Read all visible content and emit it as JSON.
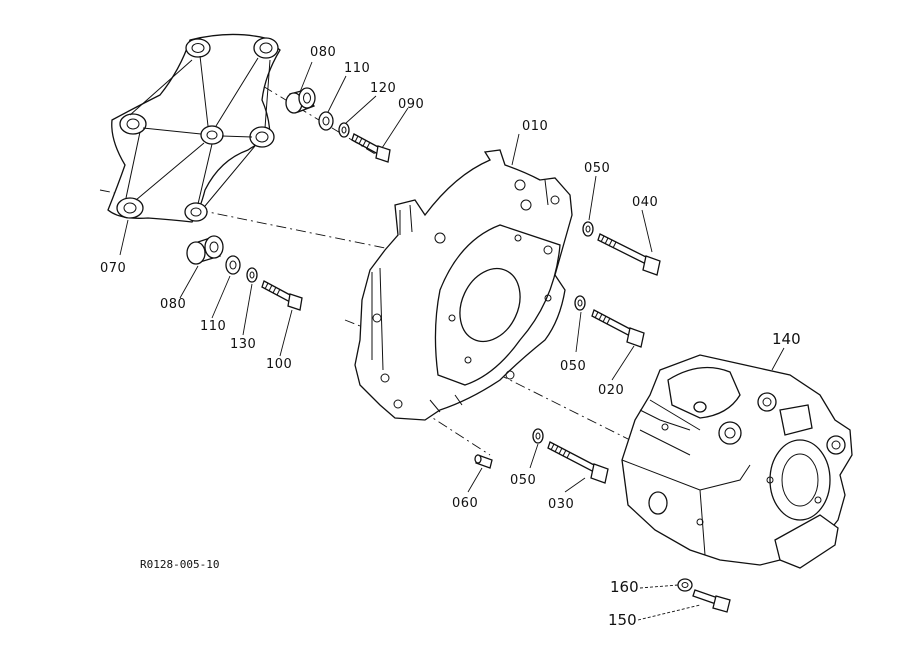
{
  "diagram": {
    "drawing_code": "R0128-005-10",
    "labels": {
      "p010": "010",
      "p020": "020",
      "p030": "030",
      "p040": "040",
      "p050a": "050",
      "p050b": "050",
      "p050c": "050",
      "p060": "060",
      "p070": "070",
      "p080a": "080",
      "p080b": "080",
      "p090": "090",
      "p100": "100",
      "p110a": "110",
      "p110b": "110",
      "p120": "120",
      "p130": "130",
      "p140": "140",
      "p150": "150",
      "p160": "160"
    }
  }
}
